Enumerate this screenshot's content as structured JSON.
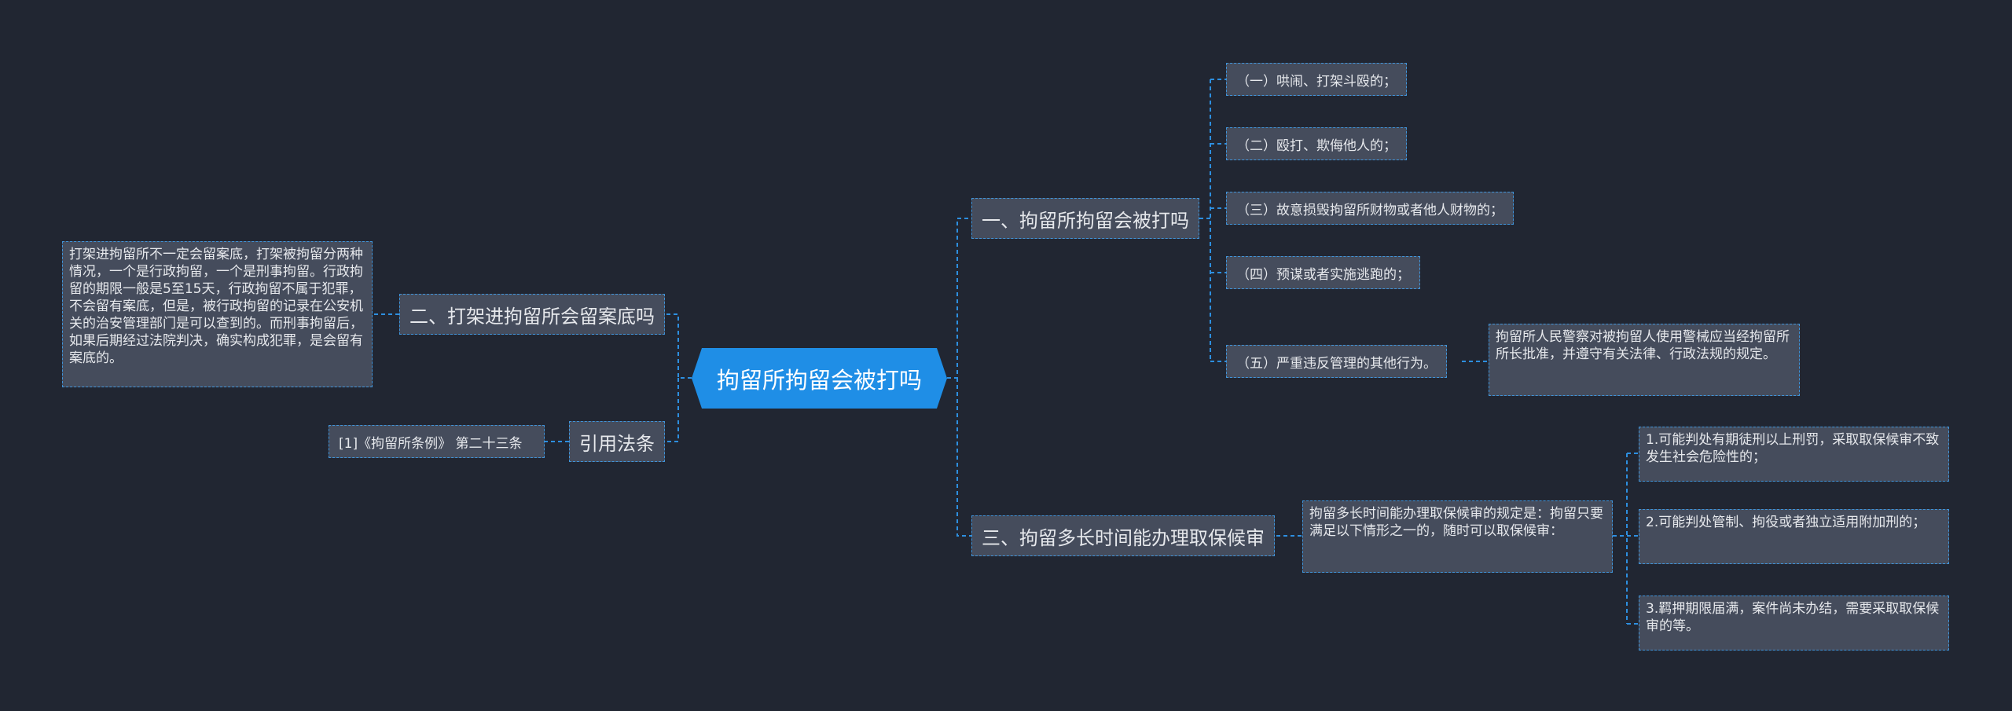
{
  "root": {
    "label": "拘留所拘留会被打吗"
  },
  "colors": {
    "background": "#212632",
    "node_fill": "#454c5c",
    "accent": "#1f8ee6",
    "line": "#2d8fe0",
    "text": "#e6e8ec"
  },
  "branch1": {
    "label": "一、拘留所拘留会被打吗",
    "items": [
      "（一）哄闹、打架斗殴的；",
      "（二）殴打、欺侮他人的；",
      "（三）故意损毁拘留所财物或者他人财物的；",
      "（四）预谋或者实施逃跑的；",
      "（五）严重违反管理的其他行为。"
    ],
    "item5_note": "拘留所人民警察对被拘留人使用警械应当经拘留所所长批准，并遵守有关法律、行政法规的规定。"
  },
  "branch3": {
    "label": "三、拘留多长时间能办理取保候审",
    "summary": "拘留多长时间能办理取保候审的规定是：拘留只要满足以下情形之一的，随时可以取保候审：",
    "conditions": [
      "1.可能判处有期徒刑以上刑罚，采取取保候审不致发生社会危险性的；",
      "2.可能判处管制、拘役或者独立适用附加刑的；",
      "3.羁押期限届满，案件尚未办结，需要采取取保候审的等。"
    ]
  },
  "branch2": {
    "label": "二、打架进拘留所会留案底吗",
    "detail": "打架进拘留所不一定会留案底，打架被拘留分两种情况，一个是行政拘留，一个是刑事拘留。行政拘留的期限一般是5至15天，行政拘留不属于犯罪，不会留有案底，但是，被行政拘留的记录在公安机关的治安管理部门是可以查到的。而刑事拘留后，如果后期经过法院判决，确实构成犯罪，是会留有案底的。"
  },
  "citation": {
    "label": "引用法条",
    "item": "[1]《拘留所条例》 第二十三条"
  }
}
